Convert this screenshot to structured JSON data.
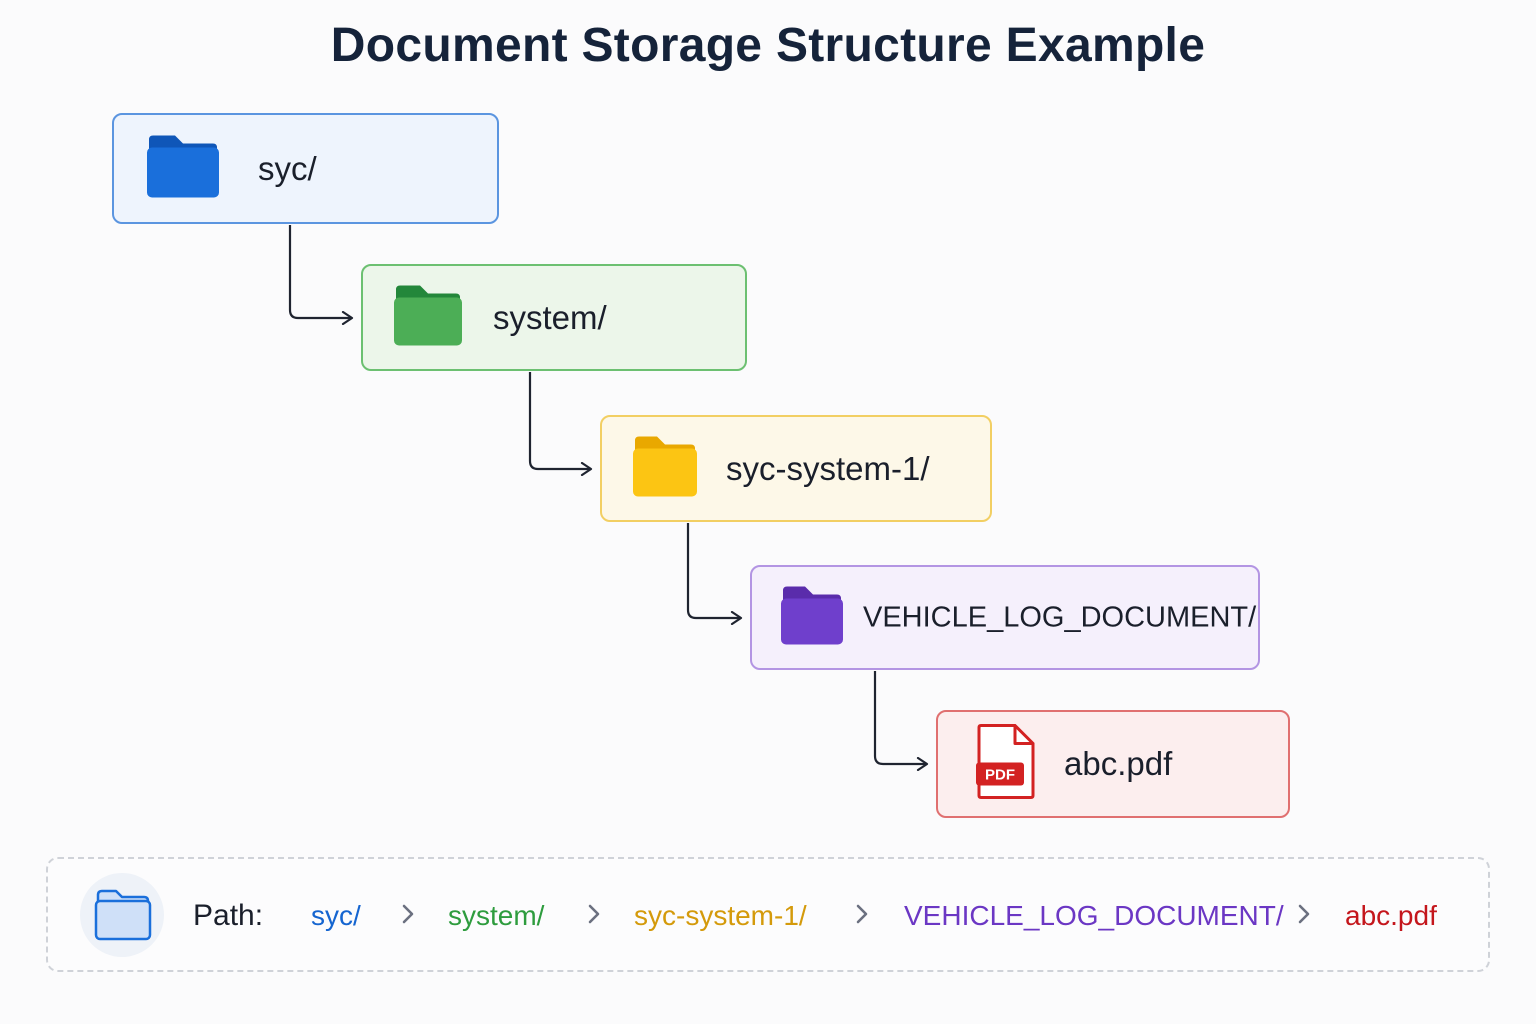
{
  "title": "Document Storage Structure Example",
  "nodes": [
    {
      "label": "syc/",
      "icon": "folder-icon",
      "color": "#1565d0"
    },
    {
      "label": "system/",
      "icon": "folder-icon",
      "color": "#2e9c3e"
    },
    {
      "label": "syc-system-1/",
      "icon": "folder-icon",
      "color": "#f5bd07"
    },
    {
      "label": "VEHICLE_LOG_DOCUMENT/",
      "icon": "folder-icon",
      "color": "#6b37c4"
    },
    {
      "label": "abc.pdf",
      "icon": "pdf-file-icon",
      "color": "#d32222",
      "badge": "PDF"
    }
  ],
  "path": {
    "label": "Path:",
    "icon": "folder-icon",
    "segments": [
      {
        "text": "syc/",
        "color": "#1565d0"
      },
      {
        "text": "system/",
        "color": "#2e9c3e"
      },
      {
        "text": "syc-system-1/",
        "color": "#d49a0b"
      },
      {
        "text": "VEHICLE_LOG_DOCUMENT/",
        "color": "#6b37c4"
      },
      {
        "text": "abc.pdf",
        "color": "#c4161c"
      }
    ],
    "separator_icon": "chevron-right-icon"
  }
}
